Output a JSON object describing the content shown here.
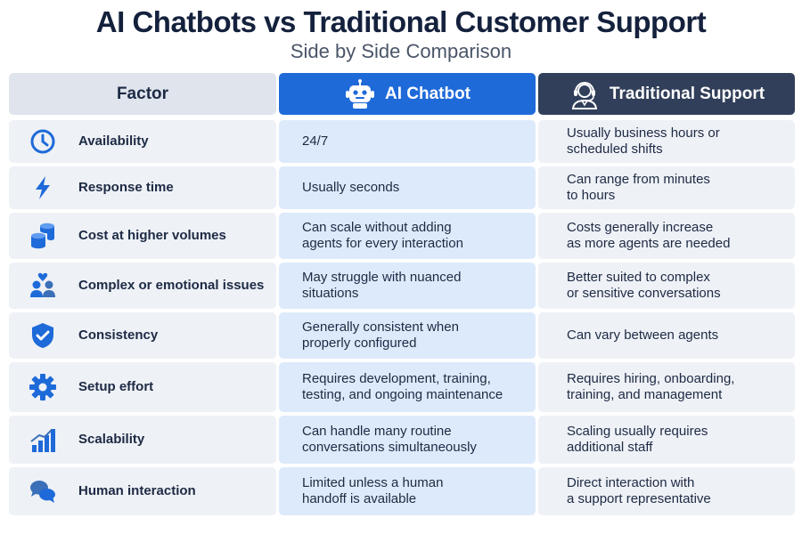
{
  "title": "AI Chatbots vs Traditional Customer Support",
  "subtitle": "Side by Side Comparison",
  "colors": {
    "ai_header": "#1e6ad9",
    "traditional_header": "#313f5a",
    "icon_blue": "#1e6ad9"
  },
  "headers": {
    "factor": "Factor",
    "ai": "AI Chatbot",
    "traditional": "Traditional Support",
    "ai_icon": "robot-icon",
    "traditional_icon": "headset-agent-icon"
  },
  "rows": [
    {
      "icon": "clock-icon",
      "factor": "Availability",
      "ai": "24/7",
      "traditional": "Usually business hours or\nscheduled shifts"
    },
    {
      "icon": "lightning-icon",
      "factor": "Response time",
      "ai": "Usually seconds",
      "traditional": "Can range from minutes\nto hours"
    },
    {
      "icon": "coins-icon",
      "factor": "Cost at higher volumes",
      "ai": "Can scale without adding\nagents for every interaction",
      "traditional": "Costs generally increase\nas more agents are needed"
    },
    {
      "icon": "people-heart-icon",
      "factor": "Complex or emotional issues",
      "ai": "May struggle with nuanced\nsituations",
      "traditional": "Better suited to complex\nor sensitive conversations"
    },
    {
      "icon": "shield-check-icon",
      "factor": "Consistency",
      "ai": "Generally consistent when\nproperly configured",
      "traditional": "Can vary between agents"
    },
    {
      "icon": "gear-icon",
      "factor": "Setup effort",
      "ai": "Requires development, training,\ntesting, and ongoing maintenance",
      "traditional": "Requires hiring, onboarding,\ntraining, and management"
    },
    {
      "icon": "bar-chart-icon",
      "factor": "Scalability",
      "ai": "Can handle many routine\nconversations simultaneously",
      "traditional": "Scaling usually requires\nadditional staff"
    },
    {
      "icon": "chat-bubbles-icon",
      "factor": "Human interaction",
      "ai": "Limited unless a human\nhandoff is available",
      "traditional": "Direct interaction with\na support representative"
    }
  ]
}
